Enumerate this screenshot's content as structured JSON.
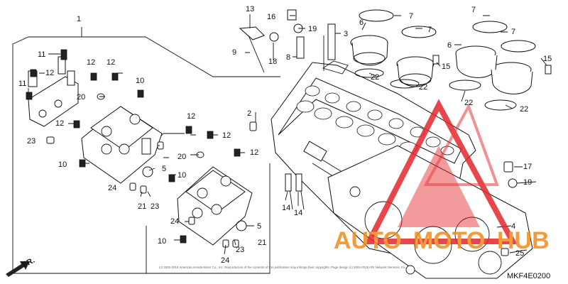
{
  "diagram": {
    "code": "MKF4E0200",
    "direction_label": "FR.",
    "copyright": "(c) 2002-2018 American Honda Motor Co., Inc. Reproduction of the contents of this publication may infringe their copyrights. Page design (c) 2004-2018 ARI Network Services, Inc.",
    "watermark": {
      "brand_left": "AUTO",
      "brand_mid": "MOTO",
      "brand_right": "HUB",
      "red": "#e3262b",
      "orange": "#f28a16"
    },
    "callouts": [
      "1",
      "2",
      "3",
      "4",
      "5",
      "6",
      "7",
      "8",
      "9",
      "10",
      "11",
      "12",
      "13",
      "14",
      "15",
      "16",
      "17",
      "18",
      "19",
      "20",
      "21",
      "22",
      "23",
      "24",
      "25"
    ]
  }
}
